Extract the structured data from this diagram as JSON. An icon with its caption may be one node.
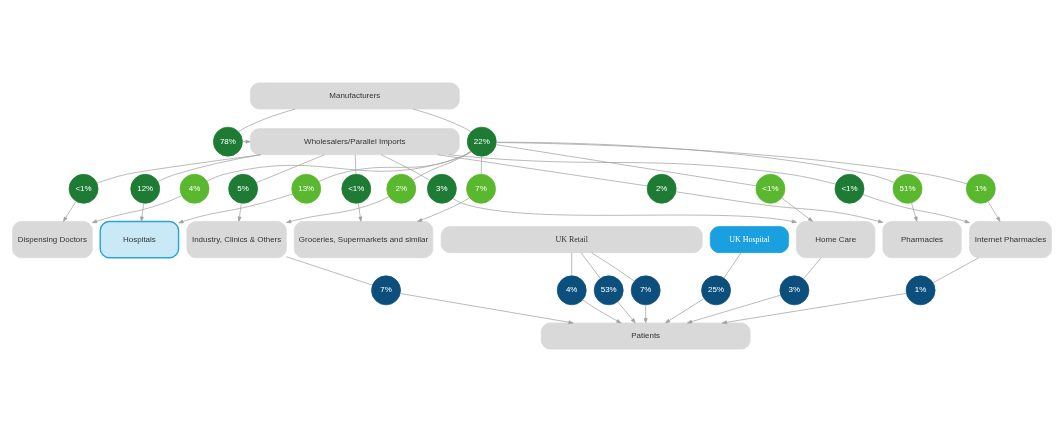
{
  "diagram": {
    "nodes": [
      {
        "text": [
          "Manufacturers"
        ]
      },
      {
        "text": [
          "Wholesalers/Parallel Imports"
        ]
      },
      {
        "text": [
          "78%"
        ]
      },
      {
        "text": [
          "22%"
        ]
      },
      {
        "text": [
          "2%"
        ]
      },
      {
        "text": [
          "51%"
        ]
      },
      {
        "text": [
          "<1%"
        ]
      },
      {
        "text": [
          "7%"
        ]
      },
      {
        "text": [
          "<1%"
        ]
      },
      {
        "text": [
          "4%"
        ]
      },
      {
        "text": [
          "12%"
        ]
      },
      {
        "text": [
          "13%"
        ]
      },
      {
        "text": [
          "3%"
        ]
      },
      {
        "text": [
          "<1%"
        ]
      },
      {
        "text": [
          "5%"
        ]
      },
      {
        "text": [
          "2%"
        ]
      },
      {
        "text": [
          "<1%"
        ]
      },
      {
        "text": [
          "1%"
        ]
      },
      {
        "text": [
          "Pharmacies"
        ]
      },
      {
        "text": [
          "Groceries, Supermarkets and similar"
        ]
      },
      {
        "text": [
          "Dispensing Doctors"
        ]
      },
      {
        "text": [
          "Hospitals"
        ]
      },
      {
        "text": [
          "Home Care"
        ]
      },
      {
        "text": [
          "Industry, Clinics & Others"
        ]
      },
      {
        "text": [
          "Internet Pharmacies"
        ]
      },
      {
        "text": [
          "UK Retail"
        ]
      },
      {
        "text": [
          "UK Hospital"
        ]
      },
      {
        "text": [
          "53%"
        ]
      },
      {
        "text": [
          "7%"
        ]
      },
      {
        "text": [
          "4%"
        ]
      },
      {
        "text": [
          "25%"
        ]
      },
      {
        "text": [
          "3%"
        ]
      },
      {
        "text": [
          "7%"
        ]
      },
      {
        "text": [
          "1%"
        ]
      },
      {
        "text": [
          "Patients"
        ]
      }
    ],
    "edges": [
      {
        "from": 0,
        "to": 2,
        "arrow": "none"
      },
      {
        "from": 2,
        "to": 1,
        "arrow": "to"
      },
      {
        "from": 0,
        "to": 3,
        "arrow": "none"
      },
      {
        "from": 1,
        "to": 4,
        "arrow": "none"
      },
      {
        "from": 4,
        "to": 18,
        "arrow": "to"
      },
      {
        "from": 3,
        "to": 5,
        "arrow": "none"
      },
      {
        "from": 5,
        "to": 18,
        "arrow": "to"
      },
      {
        "from": 1,
        "to": 6,
        "arrow": "none"
      },
      {
        "from": 6,
        "to": 19,
        "arrow": "to"
      },
      {
        "from": 3,
        "to": 7,
        "arrow": "none"
      },
      {
        "from": 7,
        "to": 19,
        "arrow": "to"
      },
      {
        "from": 1,
        "to": 8,
        "arrow": "none"
      },
      {
        "from": 8,
        "to": 20,
        "arrow": "to"
      },
      {
        "from": 3,
        "to": 9,
        "arrow": "none"
      },
      {
        "from": 9,
        "to": 20,
        "arrow": "to"
      },
      {
        "from": 1,
        "to": 10,
        "arrow": "none"
      },
      {
        "from": 10,
        "to": 21,
        "arrow": "to"
      },
      {
        "from": 3,
        "to": 11,
        "arrow": "none"
      },
      {
        "from": 11,
        "to": 21,
        "arrow": "to"
      },
      {
        "from": 1,
        "to": 12,
        "arrow": "none"
      },
      {
        "from": 12,
        "to": 22,
        "arrow": "to"
      },
      {
        "from": 3,
        "to": 13,
        "arrow": "none"
      },
      {
        "from": 13,
        "to": 22,
        "arrow": "to"
      },
      {
        "from": 1,
        "to": 14,
        "arrow": "none"
      },
      {
        "from": 14,
        "to": 23,
        "arrow": "to"
      },
      {
        "from": 3,
        "to": 15,
        "arrow": "none"
      },
      {
        "from": 15,
        "to": 23,
        "arrow": "to"
      },
      {
        "from": 1,
        "to": 16,
        "arrow": "none"
      },
      {
        "from": 16,
        "to": 24,
        "arrow": "to"
      },
      {
        "from": 3,
        "to": 17,
        "arrow": "none"
      },
      {
        "from": 17,
        "to": 24,
        "arrow": "to"
      },
      {
        "from": 25,
        "to": 27,
        "arrow": "none"
      },
      {
        "from": 25,
        "to": 28,
        "arrow": "none"
      },
      {
        "from": 25,
        "to": 29,
        "arrow": "none"
      },
      {
        "from": 26,
        "to": 30,
        "arrow": "none"
      },
      {
        "from": 22,
        "to": 31,
        "arrow": "none"
      },
      {
        "from": 23,
        "to": 32,
        "arrow": "none"
      },
      {
        "from": 24,
        "to": 33,
        "arrow": "none"
      },
      {
        "from": 27,
        "to": 34,
        "arrow": "to"
      },
      {
        "from": 28,
        "to": 34,
        "arrow": "to"
      },
      {
        "from": 29,
        "to": 34,
        "arrow": "to"
      },
      {
        "from": 30,
        "to": 34,
        "arrow": "to"
      },
      {
        "from": 31,
        "to": 34,
        "arrow": "to"
      },
      {
        "from": 32,
        "to": 34,
        "arrow": "to"
      },
      {
        "from": 33,
        "to": 34,
        "arrow": "to"
      }
    ]
  }
}
